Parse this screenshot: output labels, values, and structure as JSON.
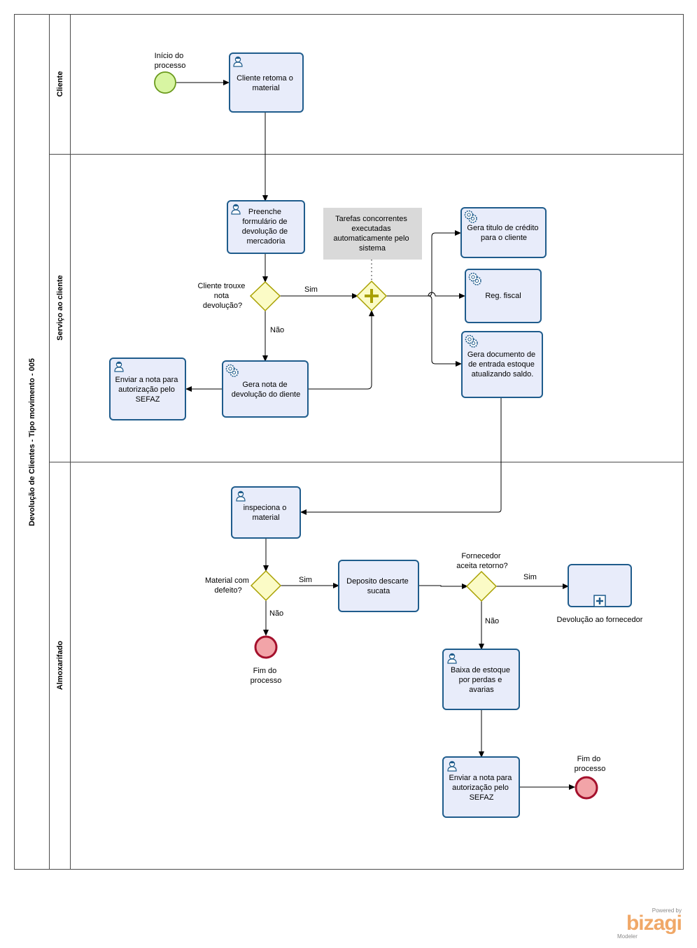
{
  "pool": {
    "title": "Devolução de Clientes - Tipo movimento - 005"
  },
  "lanes": [
    {
      "id": "cliente",
      "label": "Cliente"
    },
    {
      "id": "servico",
      "label": "Serviço ao cliente"
    },
    {
      "id": "almox",
      "label": "Almoxarifado"
    }
  ],
  "events": [
    {
      "id": "start",
      "kind": "start",
      "label": [
        "Início do",
        "processo"
      ]
    },
    {
      "id": "end1",
      "kind": "end",
      "label": [
        "Fim do",
        "processo"
      ]
    },
    {
      "id": "end2",
      "kind": "end",
      "label": [
        "Fim do",
        "processo"
      ]
    }
  ],
  "tasks": [
    {
      "id": "t1",
      "type": "user",
      "label": [
        "Cliente retoma o",
        "material"
      ]
    },
    {
      "id": "t2",
      "type": "user",
      "label": [
        "Preenche",
        "formulário de",
        "devolução de",
        "mercadoria"
      ]
    },
    {
      "id": "t3",
      "type": "service",
      "label": [
        "Gera nota  de",
        "devolução do diente"
      ]
    },
    {
      "id": "t4",
      "type": "user",
      "label": [
        "Enviar a nota para",
        "autorização pelo",
        "SEFAZ"
      ]
    },
    {
      "id": "t5",
      "type": "service",
      "label": [
        "Gera titulo de crédito",
        "para o cliente"
      ]
    },
    {
      "id": "t6",
      "type": "service",
      "label": [
        "Reg. fiscal"
      ]
    },
    {
      "id": "t7",
      "type": "service",
      "label": [
        "Gera documento de",
        "de entrada estoque",
        "atualizando  saldo."
      ]
    },
    {
      "id": "t8",
      "type": "user",
      "label": [
        "inspeciona o",
        "material"
      ]
    },
    {
      "id": "t9",
      "type": "plain",
      "label": [
        "Deposito descarte",
        "sucata"
      ]
    },
    {
      "id": "t10",
      "type": "user",
      "label": [
        "Baixa de estoque",
        "por perdas e",
        "avarias"
      ]
    },
    {
      "id": "t11",
      "type": "user",
      "label": [
        "Enviar a nota para",
        "autorização pelo",
        "SEFAZ"
      ]
    },
    {
      "id": "sub",
      "type": "subprocess",
      "label": [
        "Devolução ao fornecedor"
      ]
    }
  ],
  "gateways": [
    {
      "id": "g1",
      "kind": "exclusive",
      "label": [
        "Cliente  trouxe",
        "nota",
        "devolução?"
      ]
    },
    {
      "id": "g2",
      "kind": "parallel",
      "label": []
    },
    {
      "id": "g3",
      "kind": "exclusive",
      "label": [
        "Material com",
        "defeito?"
      ]
    },
    {
      "id": "g4",
      "kind": "exclusive",
      "label": [
        "Fornecedor",
        "aceita retorno?"
      ]
    }
  ],
  "annotation": {
    "id": "note1",
    "label": [
      "Tarefas  concorrentes",
      "executadas",
      "automaticamente pelo",
      "sistema"
    ]
  },
  "flows": [
    {
      "id": "f_start_t1",
      "label": ""
    },
    {
      "id": "f_t1_t2",
      "label": ""
    },
    {
      "id": "f_t2_g1",
      "label": ""
    },
    {
      "id": "f_g1_g2",
      "label": "Sim"
    },
    {
      "id": "f_g1_t3",
      "label": "Não"
    },
    {
      "id": "f_t3_t4",
      "label": ""
    },
    {
      "id": "f_t3_g2",
      "label": ""
    },
    {
      "id": "f_g2_t5",
      "label": ""
    },
    {
      "id": "f_g2_t6",
      "label": ""
    },
    {
      "id": "f_g2_t7",
      "label": ""
    },
    {
      "id": "f_t7_t8",
      "label": ""
    },
    {
      "id": "f_t8_g3",
      "label": ""
    },
    {
      "id": "f_g3_t9",
      "label": "Sim"
    },
    {
      "id": "f_g3_end1",
      "label": "Não"
    },
    {
      "id": "f_t9_g4",
      "label": ""
    },
    {
      "id": "f_g4_sub",
      "label": "Sim"
    },
    {
      "id": "f_g4_t10",
      "label": "Não"
    },
    {
      "id": "f_t10_t11",
      "label": ""
    },
    {
      "id": "f_t11_end2",
      "label": ""
    }
  ],
  "branding": {
    "powered": "Powered by",
    "logo": "bizagi",
    "product": "Modeler"
  },
  "colors": {
    "task_fill": "#e8ecfa",
    "task_stroke": "#1f5c8c",
    "gateway_fill": "#fbfbc6",
    "gateway_stroke": "#a8a000",
    "start_fill": "#d8f5a2",
    "start_stroke": "#6a9a1c",
    "end_fill": "#f2a4a8",
    "end_stroke": "#a4102c",
    "annotation_fill": "#d9d9d9",
    "brand": "#f0a868"
  }
}
